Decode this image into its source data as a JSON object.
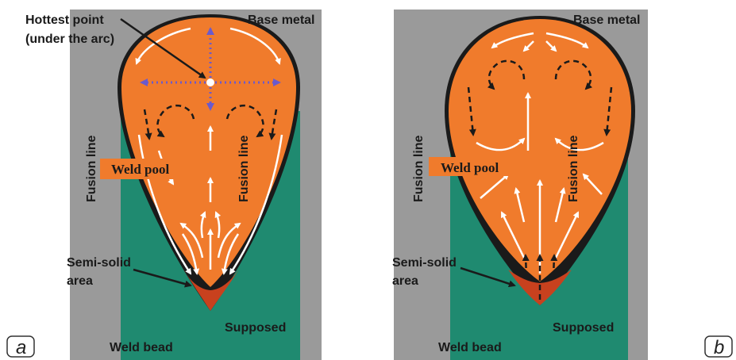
{
  "colors": {
    "gray_background": "#9a9a9a",
    "weld_bead": "#1f8a70",
    "weld_pool": "#f07b2c",
    "semi_solid": "#c8411e",
    "arrow_white": "#ffffff",
    "arrow_dark": "#1a1a1a",
    "arrow_blue": "#6a5acd"
  },
  "panel_a": {
    "tag": "a",
    "hottest_point_line1": "Hottest point",
    "hottest_point_line2": "(under the arc)",
    "base_metal": "Base metal",
    "fusion_line_left": "Fusion line",
    "fusion_line_right": "Fusion line",
    "weld_pool": "Weld pool",
    "semi_solid_line1": "Semi-solid",
    "semi_solid_line2": "area",
    "supposed": "Supposed",
    "weld_bead": "Weld bead"
  },
  "panel_b": {
    "tag": "b",
    "base_metal": "Base metal",
    "fusion_line_left": "Fusion line",
    "fusion_line_right": "Fusion line",
    "weld_pool": "Weld pool",
    "semi_solid_line1": "Semi-solid",
    "semi_solid_line2": "area",
    "supposed": "Supposed",
    "weld_bead": "Weld bead"
  }
}
